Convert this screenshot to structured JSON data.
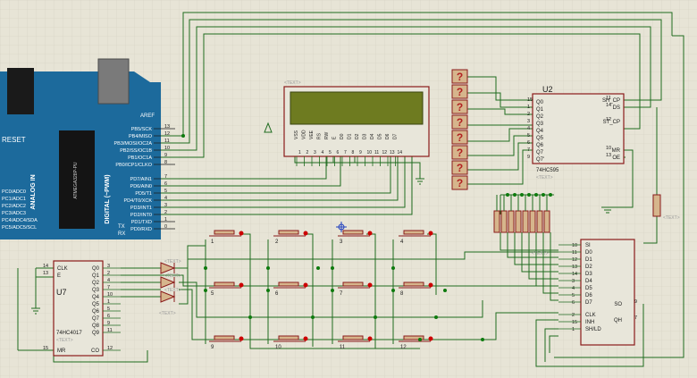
{
  "colors": {
    "background": "#e7e4d6",
    "grid": "#d3d0bf",
    "wire": "#1f6b1f",
    "body": "#8a1a1a",
    "pin_text": "#1a1a1a",
    "arduino": "#1c6a9c",
    "lcd_screen": "#6e7b20",
    "probe_fill": "#d6b58c",
    "probe_text": "#b22222",
    "led": "#cc0000",
    "junction": "#0d7a0d",
    "ghost_text": "#9a9a9a",
    "marker": "#1f3fbf"
  },
  "arduino": {
    "reset_label": "RESET",
    "aref_label": "AREF",
    "pwm_heading": "DIGITAL (~PWM)",
    "analog_heading": "ANALOG IN",
    "atmega_label": "ATMEGA328P-PU",
    "right_pins": [
      {
        "name": "PB5/SCK",
        "num": "13"
      },
      {
        "name": "PB4/MISO",
        "num": "12"
      },
      {
        "name": "PB3/MOSI/OC2A",
        "num": "11"
      },
      {
        "name": "PB2/SS/OC1B",
        "num": "10"
      },
      {
        "name": "PB1/OC1A",
        "num": "9"
      },
      {
        "name": "PB0/ICP1/CLKO",
        "num": "8"
      },
      {
        "name": "PD7/AIN1",
        "num": "7"
      },
      {
        "name": "PD6/AIN0",
        "num": "6"
      },
      {
        "name": "PD5/T1",
        "num": "5"
      },
      {
        "name": "PD4/T0/XCK",
        "num": "4"
      },
      {
        "name": "PD3/INT1",
        "num": "3"
      },
      {
        "name": "PD2/INT0",
        "num": "2"
      },
      {
        "name": "PD1/TXD",
        "num": "1"
      },
      {
        "name": "PD0/RXD",
        "num": "0"
      }
    ],
    "analog_pins": [
      "PC0/ADC0",
      "PC1/ADC1",
      "PC2/ADC2",
      "PC3/ADC3",
      "PC4/ADC4/SDA",
      "PC5/ADC5/SCL"
    ],
    "tx_label": "TX",
    "rx_label": "RX"
  },
  "lcd": {
    "ref": "<TEXT>",
    "pins": [
      "VSS",
      "VDD",
      "VEE",
      "RS",
      "RW",
      "E",
      "D0",
      "D1",
      "D2",
      "D3",
      "D4",
      "D5",
      "D6",
      "D7"
    ],
    "pin_numbers": [
      "1",
      "2",
      "3",
      "4",
      "5",
      "6",
      "7",
      "8",
      "9",
      "10",
      "11",
      "12",
      "13",
      "14"
    ]
  },
  "u2": {
    "ref": "U2",
    "part": "74HC595",
    "text": "<TEXT>",
    "left_pins": [
      {
        "name": "Q0",
        "num": "15"
      },
      {
        "name": "Q1",
        "num": "1"
      },
      {
        "name": "Q2",
        "num": "2"
      },
      {
        "name": "Q3",
        "num": "3"
      },
      {
        "name": "Q4",
        "num": "4"
      },
      {
        "name": "Q5",
        "num": "5"
      },
      {
        "name": "Q6",
        "num": "6"
      },
      {
        "name": "Q7",
        "num": "7"
      },
      {
        "name": "Q7'",
        "num": "9"
      }
    ],
    "right_pins": [
      {
        "name": "SH_CP",
        "num": "11"
      },
      {
        "name": "DS",
        "num": "14"
      },
      {
        "name": "ST_CP",
        "num": "12"
      },
      {
        "name": "MR",
        "num": "10"
      },
      {
        "name": "OE",
        "num": "13"
      }
    ]
  },
  "u7": {
    "ref": "U7",
    "part": "74HC4017",
    "text": "<TEXT>",
    "left_pins": [
      {
        "name": "CLK",
        "num": "14"
      },
      {
        "name": "E",
        "num": "13"
      },
      {
        "name": "MR",
        "num": "15"
      }
    ],
    "right_pins": [
      {
        "name": "Q0",
        "num": "3"
      },
      {
        "name": "Q1",
        "num": "2"
      },
      {
        "name": "Q2",
        "num": "4"
      },
      {
        "name": "Q3",
        "num": "7"
      },
      {
        "name": "Q4",
        "num": "10"
      },
      {
        "name": "Q5",
        "num": "1"
      },
      {
        "name": "Q6",
        "num": "5"
      },
      {
        "name": "Q7",
        "num": "6"
      },
      {
        "name": "Q8",
        "num": "9"
      },
      {
        "name": "Q9",
        "num": "11"
      },
      {
        "name": "CO",
        "num": "12"
      }
    ]
  },
  "u3": {
    "left_pins": [
      {
        "name": "SI",
        "num": "10"
      },
      {
        "name": "D0",
        "num": "11"
      },
      {
        "name": "D1",
        "num": "12"
      },
      {
        "name": "D2",
        "num": "13"
      },
      {
        "name": "D3",
        "num": "14"
      },
      {
        "name": "D4",
        "num": "3"
      },
      {
        "name": "D5",
        "num": "4"
      },
      {
        "name": "D6",
        "num": "5"
      },
      {
        "name": "D7",
        "num": "6"
      },
      {
        "name": "CLK",
        "num": "2"
      },
      {
        "name": "INH",
        "num": "15"
      },
      {
        "name": "SH/LD",
        "num": "1"
      }
    ],
    "right_pins": [
      {
        "name": "SO",
        "num": "9"
      },
      {
        "name": "QH",
        "num": "7"
      }
    ]
  },
  "probes": {
    "label": "?"
  },
  "keys": {
    "labels": [
      "1",
      "2",
      "3",
      "4",
      "5",
      "6",
      "7",
      "8",
      "9",
      "10",
      "11",
      "12"
    ]
  },
  "ghost_texts": {
    "diodes": [
      "<TEXT>",
      "<TEXT>",
      "<TEXT>"
    ],
    "diode_bottom": "<TEXT>",
    "resistor_right": "<TEXT>",
    "resistor_array": "<TEXT>"
  }
}
